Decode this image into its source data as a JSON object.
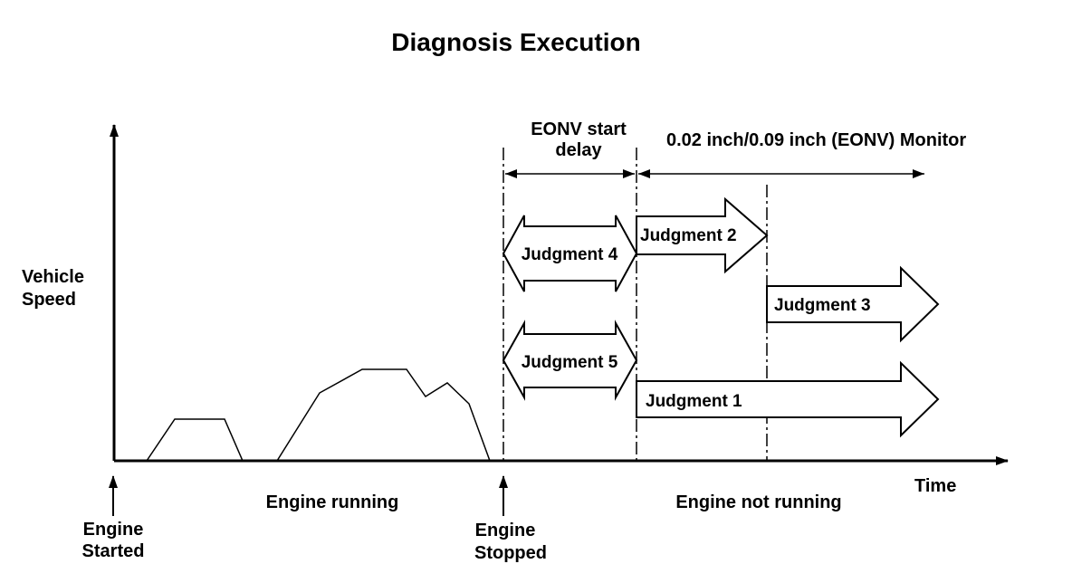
{
  "title": "Diagnosis Execution",
  "y_axis_label": [
    "Vehicle",
    "Speed"
  ],
  "x_axis_label": "Time",
  "phases": {
    "running": "Engine running",
    "not_running": "Engine not running"
  },
  "events": {
    "started": [
      "Engine",
      "Started"
    ],
    "stopped": [
      "Engine",
      "Stopped"
    ]
  },
  "intervals": {
    "start_delay": [
      "EONV start",
      "delay"
    ],
    "monitor": "0.02 inch/0.09 inch (EONV) Monitor"
  },
  "judgments": {
    "j1": "Judgment 1",
    "j2": "Judgment 2",
    "j3": "Judgment 3",
    "j4": "Judgment 4",
    "j5": "Judgment 5"
  },
  "colors": {
    "line": "#000000",
    "background": "#ffffff"
  }
}
